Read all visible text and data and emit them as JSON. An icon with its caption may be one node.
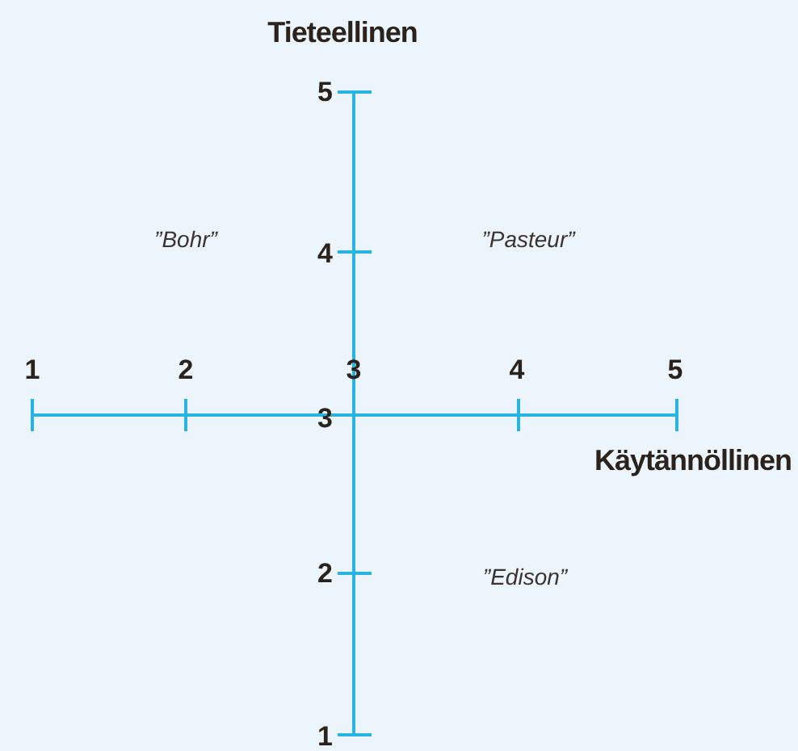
{
  "diagram": {
    "labels": [
      "Tieteellinen",
      "5",
      "”Bohr”",
      "4",
      "”Pasteur”",
      "1",
      "2",
      "3",
      "4",
      "5",
      "3",
      "Käytännöllinen",
      "2",
      "”Edison”",
      "1"
    ]
  }
}
